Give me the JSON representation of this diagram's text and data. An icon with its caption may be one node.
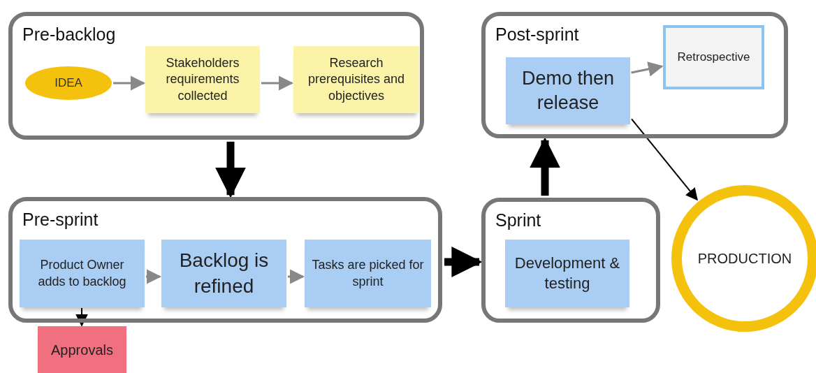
{
  "diagram": {
    "nodes": [
      {
        "text": [
          "Pre-backlog"
        ]
      },
      {
        "text": [
          "IDEA"
        ],
        "in": 0
      },
      {
        "text": [
          "Stakeholders requirements collected"
        ],
        "in": 0
      },
      {
        "text": [
          "Research prerequisites and objectives"
        ],
        "in": 0
      },
      {
        "text": [
          "Pre-sprint"
        ]
      },
      {
        "text": [
          "Product Owner adds to backlog"
        ],
        "in": 4
      },
      {
        "text": [
          "Backlog is refined"
        ],
        "in": 4
      },
      {
        "text": [
          "Tasks are picked for sprint"
        ],
        "in": 4
      },
      {
        "text": [
          "Approvals"
        ]
      },
      {
        "text": [
          "Sprint"
        ]
      },
      {
        "text": [
          "Development & testing"
        ],
        "in": 9
      },
      {
        "text": [
          "Post-sprint"
        ]
      },
      {
        "text": [
          "Demo then release"
        ],
        "in": 11
      },
      {
        "text": [
          "Retrospective"
        ],
        "in": 11
      },
      {
        "text": [
          "PRODUCTION"
        ]
      }
    ],
    "edges": [
      {
        "from": 1,
        "to": 2,
        "arrow": "to"
      },
      {
        "from": 2,
        "to": 3,
        "arrow": "to"
      },
      {
        "from": 0,
        "to": 4,
        "arrow": "to",
        "style": "thick",
        "color": "#000000"
      },
      {
        "from": 5,
        "to": 6,
        "arrow": "to"
      },
      {
        "from": 6,
        "to": 7,
        "arrow": "to"
      },
      {
        "from": 5,
        "to": 8,
        "arrow": "to",
        "color": "#000000"
      },
      {
        "from": 4,
        "to": 9,
        "arrow": "to",
        "style": "thick",
        "color": "#000000"
      },
      {
        "from": 9,
        "to": 11,
        "arrow": "to",
        "style": "thick",
        "color": "#000000"
      },
      {
        "from": 12,
        "to": 13,
        "arrow": "to"
      },
      {
        "from": 12,
        "to": 14,
        "arrow": "to",
        "color": "#000000"
      }
    ]
  }
}
